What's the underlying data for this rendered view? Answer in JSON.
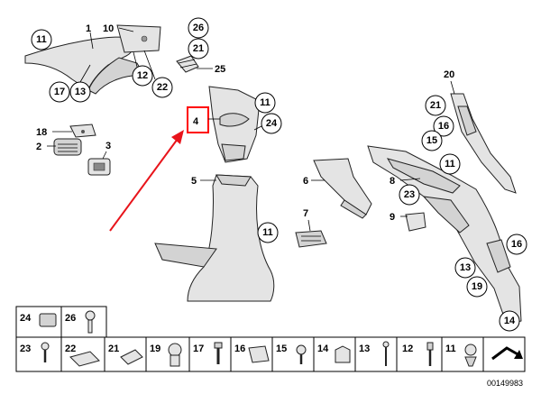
{
  "diagram": {
    "labels": {
      "l1": "1",
      "l10": "10",
      "l26a": "26",
      "l21a": "21",
      "l25": "25",
      "l11a": "11",
      "l17": "17",
      "l13a": "13",
      "l12a": "12",
      "l22a": "22",
      "l20": "20",
      "l21b": "21",
      "l16a": "16",
      "l15a": "15",
      "l4": "4",
      "l11b": "11",
      "l24a": "24",
      "l18": "18",
      "l2": "2",
      "l3": "3",
      "l5": "5",
      "l11c": "11",
      "l6": "6",
      "l7": "7",
      "l11d": "11",
      "l8": "8",
      "l23a": "23",
      "l9": "9",
      "l16b": "16",
      "l13b": "13",
      "l19a": "19",
      "l14a": "14"
    },
    "legend": {
      "row1": [
        "24",
        "26"
      ],
      "row2": [
        "23",
        "22",
        "21",
        "19",
        "17",
        "16",
        "15",
        "14",
        "13",
        "12",
        "11"
      ]
    },
    "catalog_number": "00149983",
    "highlight_color": "#ff0000",
    "arrow_color": "#e8141b"
  }
}
